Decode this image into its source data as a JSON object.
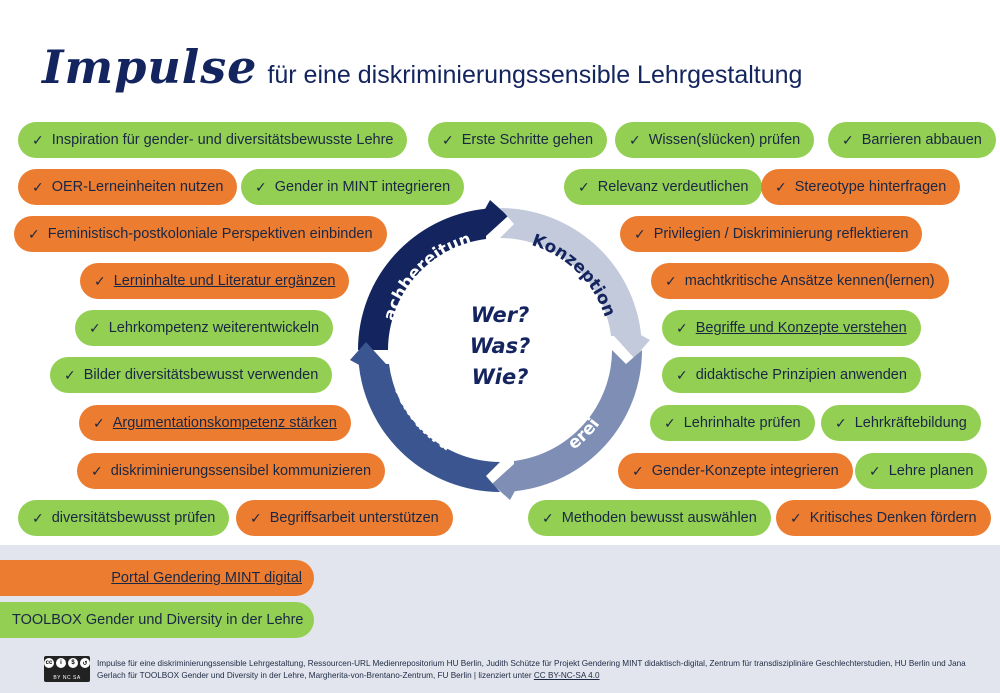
{
  "title": {
    "main": "Impulse",
    "sub": "für eine diskriminierungssensible Lehrgestaltung"
  },
  "check": "✓",
  "pills": [
    {
      "text": "Inspiration für gender- und diversitätsbewusste Lehre",
      "color": "green"
    },
    {
      "text": "Erste Schritte gehen",
      "color": "green"
    },
    {
      "text": "Wissen(slücken) prüfen",
      "color": "green"
    },
    {
      "text": "Barrieren abbauen",
      "color": "green"
    },
    {
      "text": "OER-Lerneinheiten nutzen",
      "color": "orange"
    },
    {
      "text": "Gender in MINT integrieren",
      "color": "green"
    },
    {
      "text": "Relevanz verdeutlichen",
      "color": "green"
    },
    {
      "text": "Stereotype hinterfragen",
      "color": "orange"
    },
    {
      "text": "Feministisch-postkoloniale Perspektiven einbinden",
      "color": "orange"
    },
    {
      "text": "Privilegien / Diskriminierung reflektieren",
      "color": "orange"
    },
    {
      "text": "Lerninhalte und Literatur ergänzen",
      "color": "orange",
      "link": true
    },
    {
      "text": "machtkritische Ansätze kennen(lernen)",
      "color": "orange"
    },
    {
      "text": "Lehrkompetenz weiterentwickeln",
      "color": "green"
    },
    {
      "text": "Begriffe und Konzepte verstehen",
      "color": "green",
      "link": true
    },
    {
      "text": "Bilder diversitätsbewusst verwenden",
      "color": "green"
    },
    {
      "text": "didaktische Prinzipien anwenden",
      "color": "green"
    },
    {
      "text": "Argumentationskompetenz stärken",
      "color": "orange",
      "link": true
    },
    {
      "text": "Lehrinhalte prüfen",
      "color": "green"
    },
    {
      "text": "Lehrkräftebildung",
      "color": "green"
    },
    {
      "text": "diskriminierungssensibel kommunizieren",
      "color": "orange"
    },
    {
      "text": "Gender-Konzepte integrieren",
      "color": "orange"
    },
    {
      "text": "Lehre planen",
      "color": "green"
    },
    {
      "text": "diversitätsbewusst prüfen",
      "color": "green"
    },
    {
      "text": "Begriffsarbeit unterstützen",
      "color": "orange"
    },
    {
      "text": "Methoden bewusst auswählen",
      "color": "green"
    },
    {
      "text": "Kritisches Denken fördern",
      "color": "orange"
    }
  ],
  "cycle": {
    "segments": [
      "Nachbereitung",
      "Konzeption",
      "Vorbereitung",
      "Durchführung"
    ],
    "colors": [
      "#13245e",
      "#c3cadb",
      "#7f8eb4",
      "#3b5590"
    ],
    "center": [
      "Wer?",
      "Was?",
      "Wie?"
    ]
  },
  "footer": {
    "portal_link": "Portal Gendering MINT digital",
    "toolbox": "TOOLBOX Gender und Diversity in der Lehre",
    "cc_labels": [
      "BY",
      "NC",
      "SA"
    ],
    "credit": "Impulse für eine diskriminierungssensible Lehrgestaltung, Ressourcen-URL Medienrepositorium HU Berlin, Judith Schütze für Projekt Gendering MINT didaktisch-digital, Zentrum für transdisziplinäre Geschlechterstudien, HU Berlin und Jana Gerlach für TOOLBOX Gender und Diversity in der Lehre, Margherita-von-Brentano-Zentrum, FU Berlin | lizenziert unter ",
    "license": "CC BY-NC-SA 4.0"
  },
  "colors": {
    "green": "#92cf52",
    "orange": "#ec7c30",
    "navy": "#13245e",
    "footer_bg": "#e2e5ed"
  }
}
